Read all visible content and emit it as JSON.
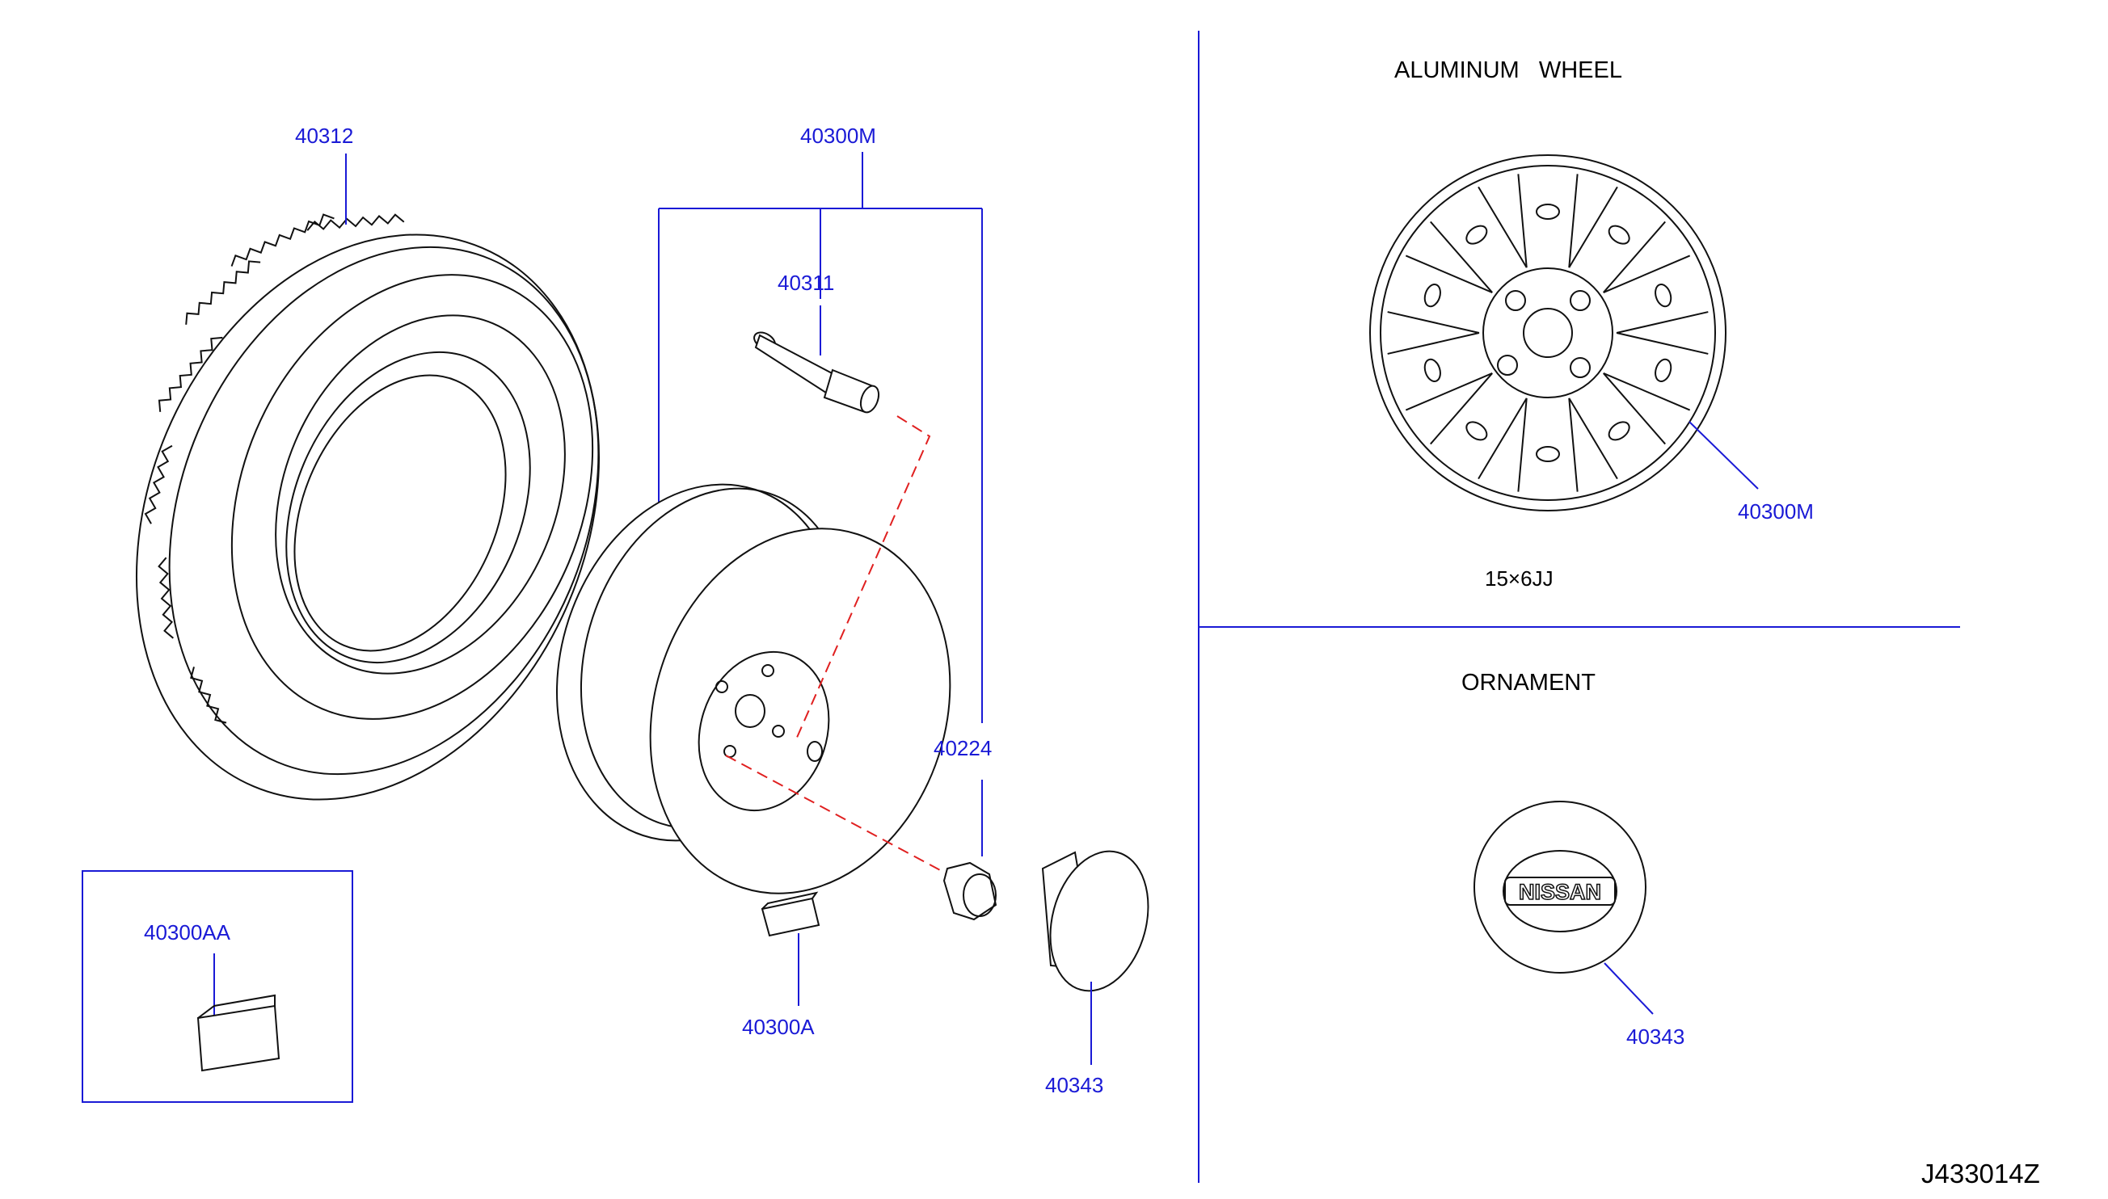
{
  "sections": {
    "aluminum_wheel": "ALUMINUM   WHEEL",
    "ornament": "ORNAMENT"
  },
  "wheel_size": "15×6JJ",
  "diagram_code": "J433014Z",
  "parts": {
    "tire": "40312",
    "wheel_assembly": "40300M",
    "valve": "40311",
    "nut": "40224",
    "balance_weight_a": "40300A",
    "balance_weight_aa": "40300AA",
    "cap": "40343",
    "alloy_wheel": "40300M",
    "ornament_cap": "40343"
  },
  "emblem_text": "NISSAN",
  "colors": {
    "label_blue": "#1a1ad6",
    "dash_red": "#e02020",
    "line_black": "#111111"
  }
}
